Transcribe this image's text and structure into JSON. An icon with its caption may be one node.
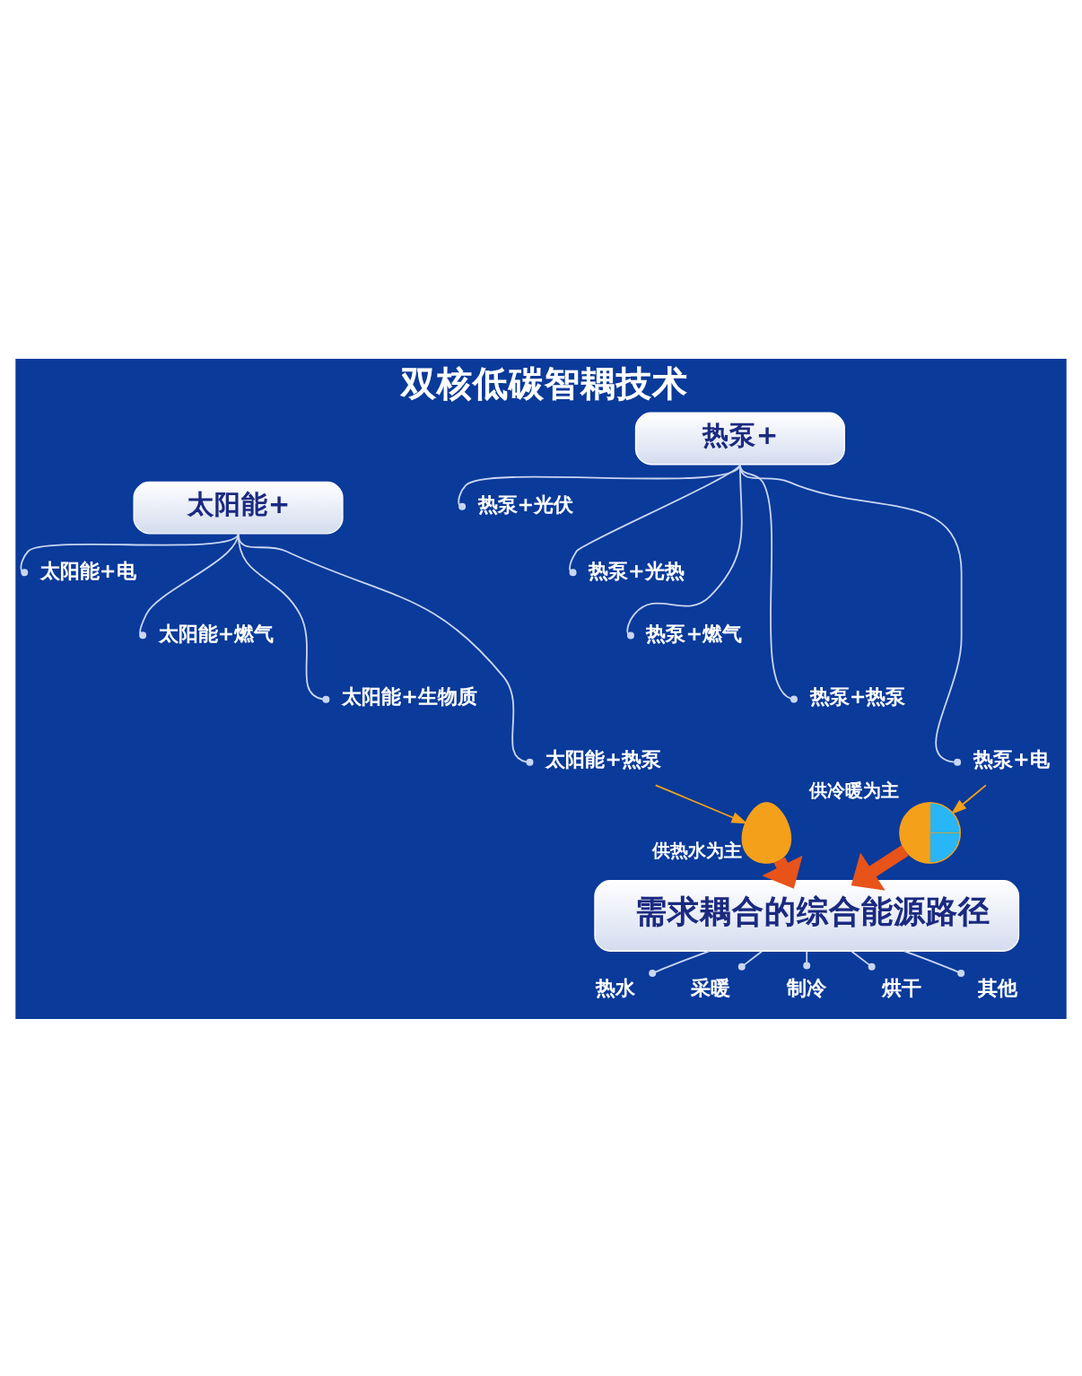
{
  "diagram": {
    "title": "双核低碳智耦技术",
    "nodes": [
      {
        "text": [
          "太阳能+"
        ]
      },
      {
        "text": [
          "太阳能+电"
        ]
      },
      {
        "text": [
          "太阳能+燃气"
        ]
      },
      {
        "text": [
          "太阳能+生物质"
        ]
      },
      {
        "text": [
          "太阳能+热泵"
        ]
      },
      {
        "text": [
          "热泵+"
        ]
      },
      {
        "text": [
          "热泵+光伏"
        ]
      },
      {
        "text": [
          "热泵+光热"
        ]
      },
      {
        "text": [
          "热泵+燃气"
        ]
      },
      {
        "text": [
          "热泵+热泵"
        ]
      },
      {
        "text": [
          "热泵+电"
        ]
      },
      {
        "text": [],
        "shape": "picture",
        "beside": [
          "供热水为主"
        ]
      },
      {
        "text": [],
        "shape": "picture",
        "beside": [
          "供冷暖为主"
        ]
      },
      {
        "text": [
          "需求耦合的综合能源路径"
        ]
      },
      {
        "text": [
          "热水"
        ]
      },
      {
        "text": [
          "采暖"
        ]
      },
      {
        "text": [
          "制冷"
        ]
      },
      {
        "text": [
          "烘干"
        ]
      },
      {
        "text": [
          "其他"
        ]
      }
    ],
    "edges": [
      {
        "from": 0,
        "to": 1,
        "arrow": "other"
      },
      {
        "from": 0,
        "to": 2,
        "arrow": "other"
      },
      {
        "from": 0,
        "to": 3,
        "arrow": "other"
      },
      {
        "from": 0,
        "to": 4,
        "arrow": "other"
      },
      {
        "from": 5,
        "to": 6,
        "arrow": "other"
      },
      {
        "from": 5,
        "to": 7,
        "arrow": "other"
      },
      {
        "from": 5,
        "to": 8,
        "arrow": "other"
      },
      {
        "from": 5,
        "to": 9,
        "arrow": "other"
      },
      {
        "from": 5,
        "to": 10,
        "arrow": "other"
      },
      {
        "from": 4,
        "to": 11,
        "arrow": "to",
        "color": "#f5a01a"
      },
      {
        "from": 10,
        "to": 12,
        "arrow": "to",
        "color": "#f5a01a"
      },
      {
        "from": 11,
        "to": 13,
        "arrow": "to",
        "style": "thick",
        "color": "#e8531a"
      },
      {
        "from": 12,
        "to": 13,
        "arrow": "to",
        "style": "thick",
        "color": "#e8531a"
      },
      {
        "from": 13,
        "to": 14,
        "arrow": "other"
      },
      {
        "from": 13,
        "to": 15,
        "arrow": "other"
      },
      {
        "from": 13,
        "to": 16,
        "arrow": "other"
      },
      {
        "from": 13,
        "to": 17,
        "arrow": "other"
      },
      {
        "from": 13,
        "to": 18,
        "arrow": "other"
      }
    ]
  }
}
